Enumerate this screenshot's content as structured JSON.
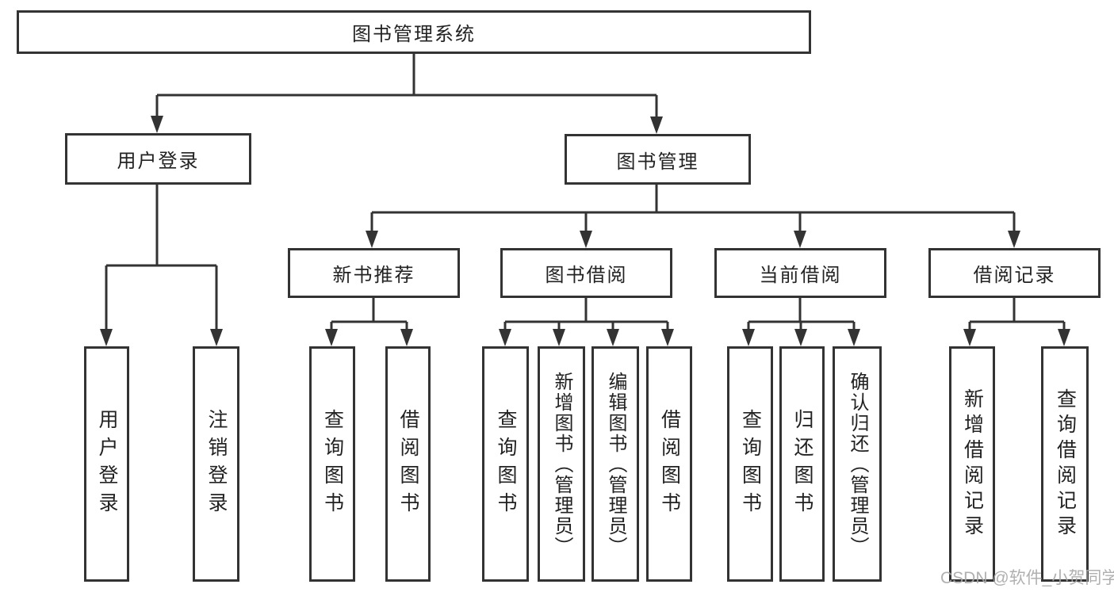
{
  "diagram": {
    "root": {
      "label": "图书管理系统"
    },
    "branches": [
      {
        "label": "用户登录",
        "children": [
          {
            "label": "用户登录"
          },
          {
            "label": "注销登录"
          }
        ]
      },
      {
        "label": "图书管理",
        "children": [
          {
            "label": "新书推荐",
            "children": [
              {
                "label": "查询图书"
              },
              {
                "label": "借阅图书"
              }
            ]
          },
          {
            "label": "图书借阅",
            "children": [
              {
                "label": "查询图书"
              },
              {
                "label": "新增图书（管理员）"
              },
              {
                "label": "编辑图书（管理员）"
              },
              {
                "label": "借阅图书"
              }
            ]
          },
          {
            "label": "当前借阅",
            "children": [
              {
                "label": "查询图书"
              },
              {
                "label": "归还图书"
              },
              {
                "label": "确认归还（管理员）"
              }
            ]
          },
          {
            "label": "借阅记录",
            "children": [
              {
                "label": "新增借阅记录"
              },
              {
                "label": "查询借阅记录"
              }
            ]
          }
        ]
      }
    ]
  },
  "watermark": {
    "text": "CSDN @软件_小贺同学"
  },
  "colors": {
    "line": "#333333",
    "box_border": "#333333",
    "text": "#222222",
    "watermark": "#a8a8a8",
    "background": "#ffffff"
  }
}
